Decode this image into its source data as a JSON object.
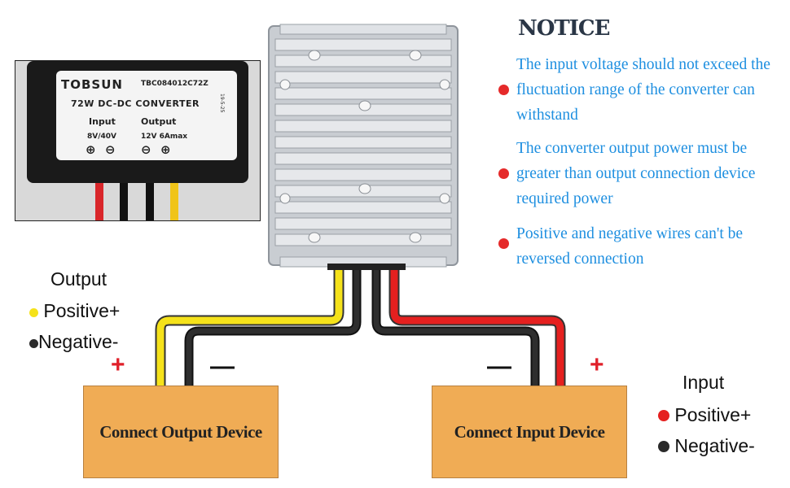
{
  "inset_label": {
    "brand": "TOBSUN",
    "model": "TBC084012C72Z",
    "spec": "72W DC-DC CONVERTER",
    "input_title": "Input",
    "output_title": "Output",
    "input_voltage": "8V/40V",
    "output_rating": "12V 6Amax",
    "side_code": "19-5-25"
  },
  "notice": {
    "title": "NOTICE",
    "items": [
      "The input voltage  should not exceed the fluctuation range of the converter can withstand",
      "The converter output power must be greater than output connection device required power",
      "Positive and negative wires can't be reversed connection"
    ]
  },
  "output_legend": {
    "title": "Output",
    "positive": "Positive+",
    "negative": "Negative-"
  },
  "input_legend": {
    "title": "Input",
    "positive": "Positive+",
    "negative": "Negative-"
  },
  "devices": {
    "output": "Connect Output Device",
    "input": "Connect Input Device"
  },
  "polarity": {
    "plus": "+",
    "minus": "—"
  },
  "colors": {
    "positive_output": "#f5e21a",
    "positive_input": "#e5201f",
    "negative": "#222222",
    "notice_text": "#1e8fe0",
    "device_fill": "#f0ac55"
  }
}
